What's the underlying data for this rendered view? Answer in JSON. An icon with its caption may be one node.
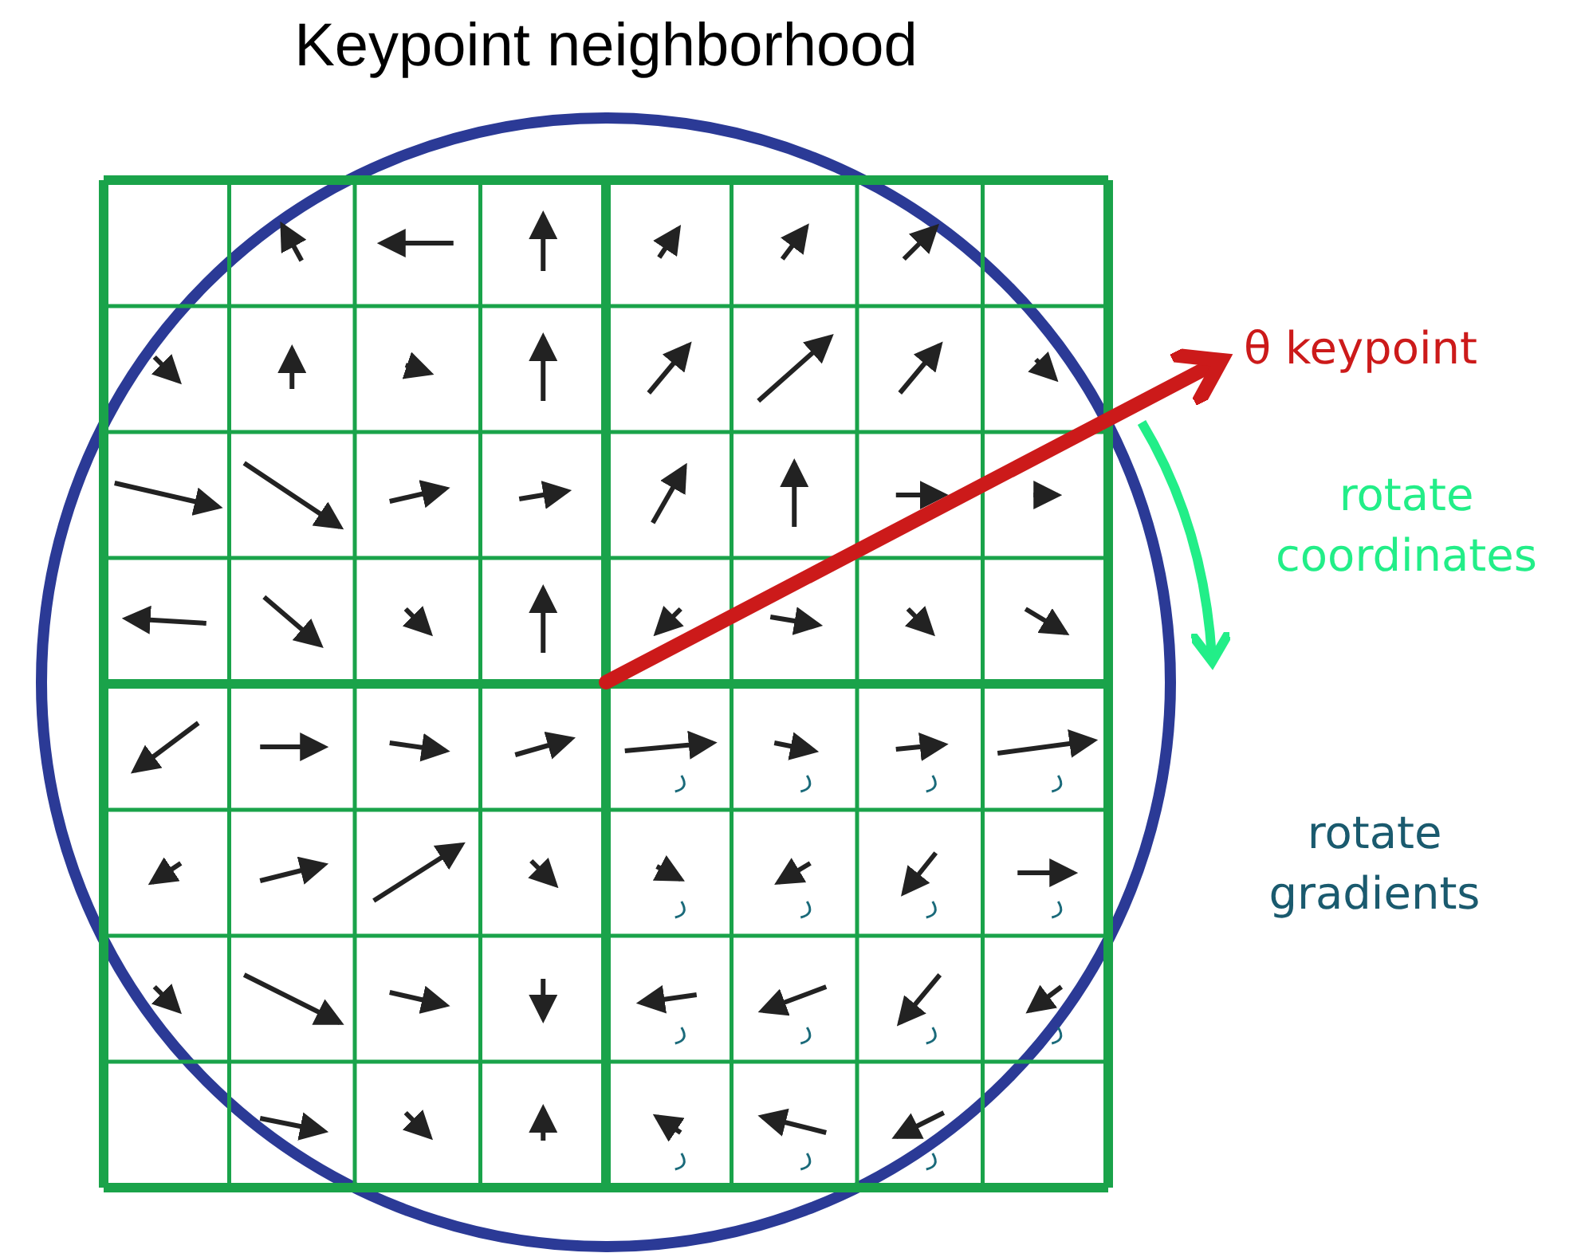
{
  "diagram": {
    "title": "Keypoint neighborhood",
    "labels": [
      "θ keypoint",
      "rotate coordinates",
      "rotate gradients"
    ]
  }
}
